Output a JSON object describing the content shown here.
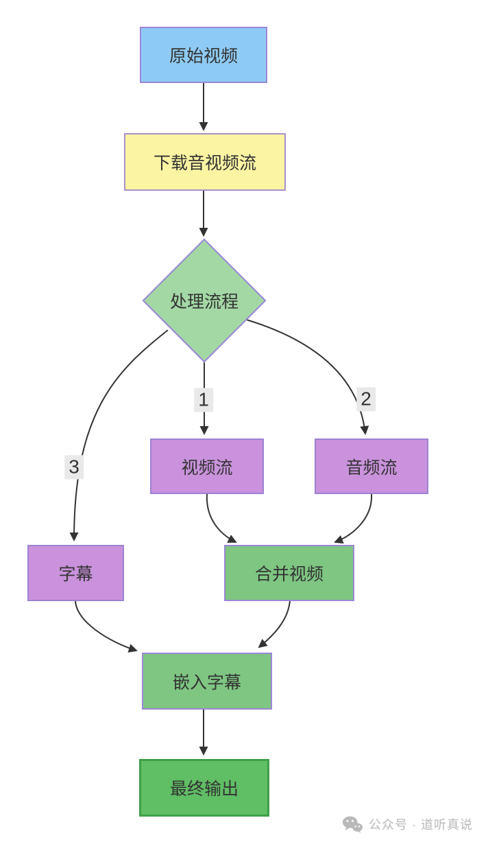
{
  "diagram": {
    "title": "video-processing-flowchart",
    "nodes": [
      {
        "id": "original-video",
        "label": "原始视频",
        "shape": "rect",
        "fill": "#8ecbf4",
        "border": "#9c86d8"
      },
      {
        "id": "download-streams",
        "label": "下载音视频流",
        "shape": "rect",
        "fill": "#fbf4a3",
        "border": "#a98fcb"
      },
      {
        "id": "process-flow",
        "label": "处理流程",
        "shape": "diamond",
        "fill": "#a3d8a5",
        "border": "#9c86d8"
      },
      {
        "id": "video-stream",
        "label": "视频流",
        "shape": "rect",
        "fill": "#ca92dc",
        "border": "#9b82d2"
      },
      {
        "id": "audio-stream",
        "label": "音频流",
        "shape": "rect",
        "fill": "#ca92dc",
        "border": "#9b82d2"
      },
      {
        "id": "subtitles",
        "label": "字幕",
        "shape": "rect",
        "fill": "#ca92dc",
        "border": "#9b82d2"
      },
      {
        "id": "merge-video",
        "label": "合并视频",
        "shape": "rect",
        "fill": "#7ec682",
        "border": "#9c86d8"
      },
      {
        "id": "embed-subtitles",
        "label": "嵌入字幕",
        "shape": "rect",
        "fill": "#7ec682",
        "border": "#9c86d8"
      },
      {
        "id": "final-output",
        "label": "最终输出",
        "shape": "rect",
        "fill": "#60be64",
        "border": "#3fa04a"
      }
    ],
    "edges": [
      {
        "from": "原始视频",
        "to": "下载音视频流",
        "label": ""
      },
      {
        "from": "下载音视频流",
        "to": "处理流程",
        "label": ""
      },
      {
        "from": "处理流程",
        "to": "视频流",
        "label": "1"
      },
      {
        "from": "处理流程",
        "to": "音频流",
        "label": "2"
      },
      {
        "from": "处理流程",
        "to": "字幕",
        "label": "3"
      },
      {
        "from": "视频流",
        "to": "合并视频",
        "label": ""
      },
      {
        "from": "音频流",
        "to": "合并视频",
        "label": ""
      },
      {
        "from": "合并视频",
        "to": "嵌入字幕",
        "label": ""
      },
      {
        "from": "字幕",
        "to": "嵌入字幕",
        "label": ""
      },
      {
        "from": "嵌入字幕",
        "to": "最终输出",
        "label": ""
      }
    ],
    "colors": {
      "line": "#333333",
      "text": "#333333",
      "edge_label_bg": "#e9e9e9",
      "background": "#ffffff"
    }
  },
  "watermark": {
    "icon": "wechat-icon",
    "text": "公众号 · 道听真说",
    "color": "#b9b9b9"
  }
}
